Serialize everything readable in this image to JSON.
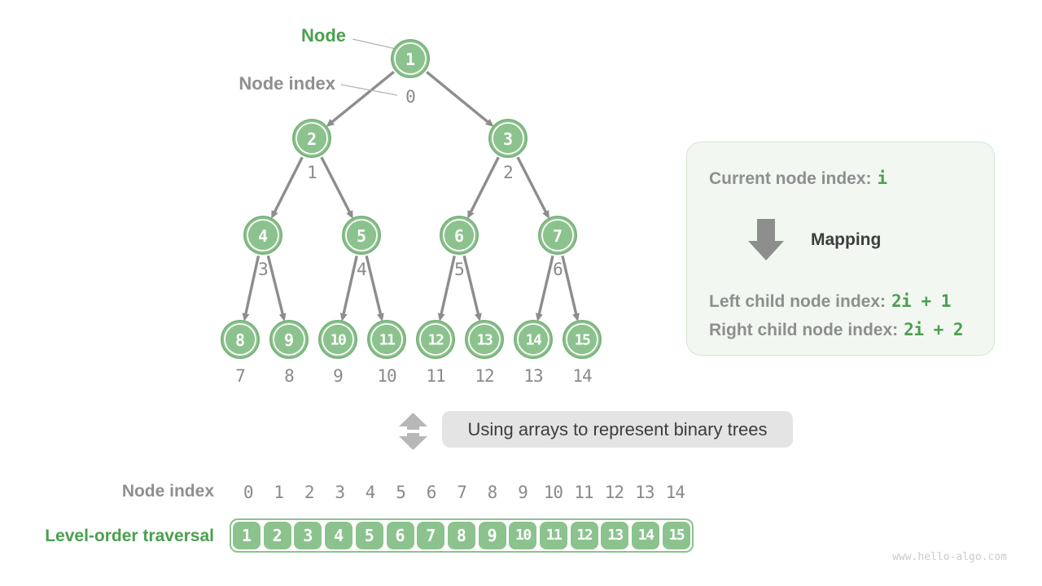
{
  "tree": {
    "node_label": "Node",
    "node_index_label": "Node index",
    "nodes": [
      {
        "value": "1",
        "index": "0"
      },
      {
        "value": "2",
        "index": "1"
      },
      {
        "value": "3",
        "index": "2"
      },
      {
        "value": "4",
        "index": "3"
      },
      {
        "value": "5",
        "index": "4"
      },
      {
        "value": "6",
        "index": "5"
      },
      {
        "value": "7",
        "index": "6"
      },
      {
        "value": "8",
        "index": "7"
      },
      {
        "value": "9",
        "index": "8"
      },
      {
        "value": "10",
        "index": "9"
      },
      {
        "value": "11",
        "index": "10"
      },
      {
        "value": "12",
        "index": "11"
      },
      {
        "value": "13",
        "index": "12"
      },
      {
        "value": "14",
        "index": "13"
      },
      {
        "value": "15",
        "index": "14"
      }
    ]
  },
  "panel": {
    "current_label": "Current node index:",
    "current_value": "i",
    "mapping_label": "Mapping",
    "left_label": "Left child node index:",
    "left_formula": "2i + 1",
    "right_label": "Right child node index:",
    "right_formula": "2i + 2"
  },
  "caption": {
    "text": "Using arrays to represent binary trees"
  },
  "bottom": {
    "index_label": "Node index",
    "traversal_label": "Level-order traversal",
    "indices": [
      "0",
      "1",
      "2",
      "3",
      "4",
      "5",
      "6",
      "7",
      "8",
      "9",
      "10",
      "11",
      "12",
      "13",
      "14"
    ],
    "values": [
      "1",
      "2",
      "3",
      "4",
      "5",
      "6",
      "7",
      "8",
      "9",
      "10",
      "11",
      "12",
      "13",
      "14",
      "15"
    ]
  },
  "watermark": "www.hello-algo.com",
  "colors": {
    "node_fill": "#8cc28e",
    "node_stroke": "#7ab47c",
    "node_inner_ring": "#ffffff",
    "node_value_text": "#ffffff",
    "index_text": "#8a8a8a",
    "arrow": "#8d8d8d",
    "leader_line": "#b3b3b3",
    "green_text": "#4aa04e",
    "gray_text": "#8f8f8f",
    "dark_text": "#3d3d3d",
    "panel_bg": "#f2f7f2",
    "panel_border": "#d4e6d4",
    "caption_bg": "#e4e4e4",
    "updown_icon": "#b7b7b7",
    "watermark": "#cbcbcb"
  }
}
